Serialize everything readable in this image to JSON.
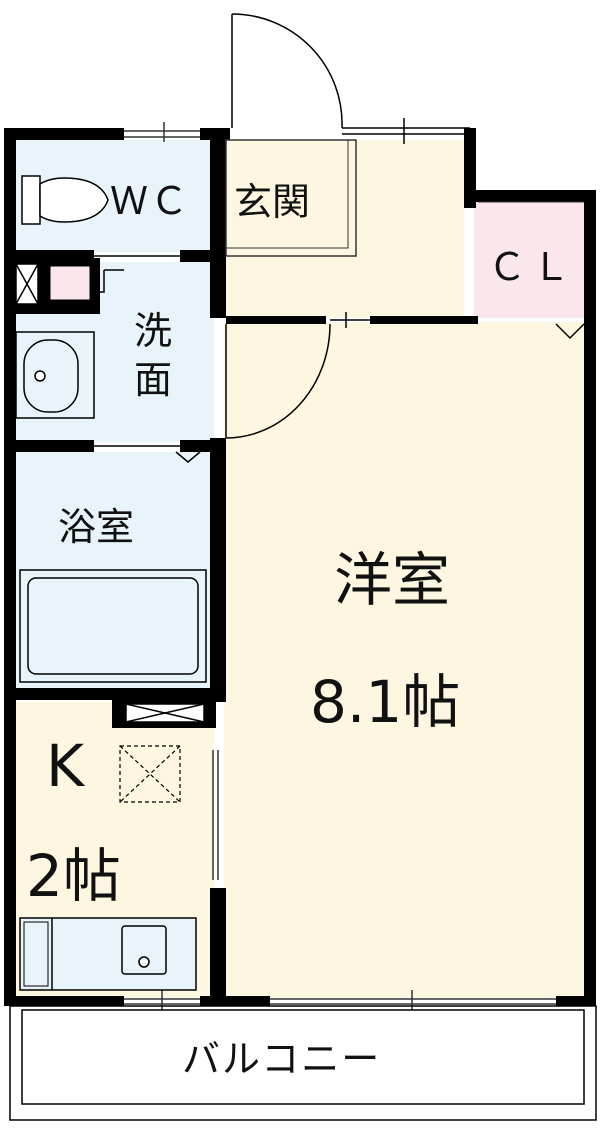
{
  "colors": {
    "wall": "#000000",
    "wet_area": "#e8f4fa",
    "living_area": "#fdf6e0",
    "closet": "#fbe6ec",
    "fixture_line": "#333333",
    "background": "#ffffff"
  },
  "rooms": {
    "wc": {
      "label": "ＷＣ"
    },
    "genkan": {
      "label": "玄関"
    },
    "closet": {
      "label": "ＣＬ"
    },
    "washroom": {
      "label": "洗面",
      "line1": "洗",
      "line2": "面"
    },
    "bathroom": {
      "label": "浴室"
    },
    "western_room": {
      "label": "洋室",
      "size": "8.1帖"
    },
    "kitchen": {
      "label": "K",
      "size": "2帖"
    },
    "balcony": {
      "label": "バルコニー"
    }
  },
  "icons": {
    "toilet": "toilet-icon",
    "washbasin": "washbasin-icon",
    "bathtub": "bathtub-icon",
    "sink": "kitchen-sink-icon",
    "stove": "stove-icon",
    "ventilation": "ventilation-icon",
    "door": "door-swing-icon",
    "window": "window-icon"
  }
}
